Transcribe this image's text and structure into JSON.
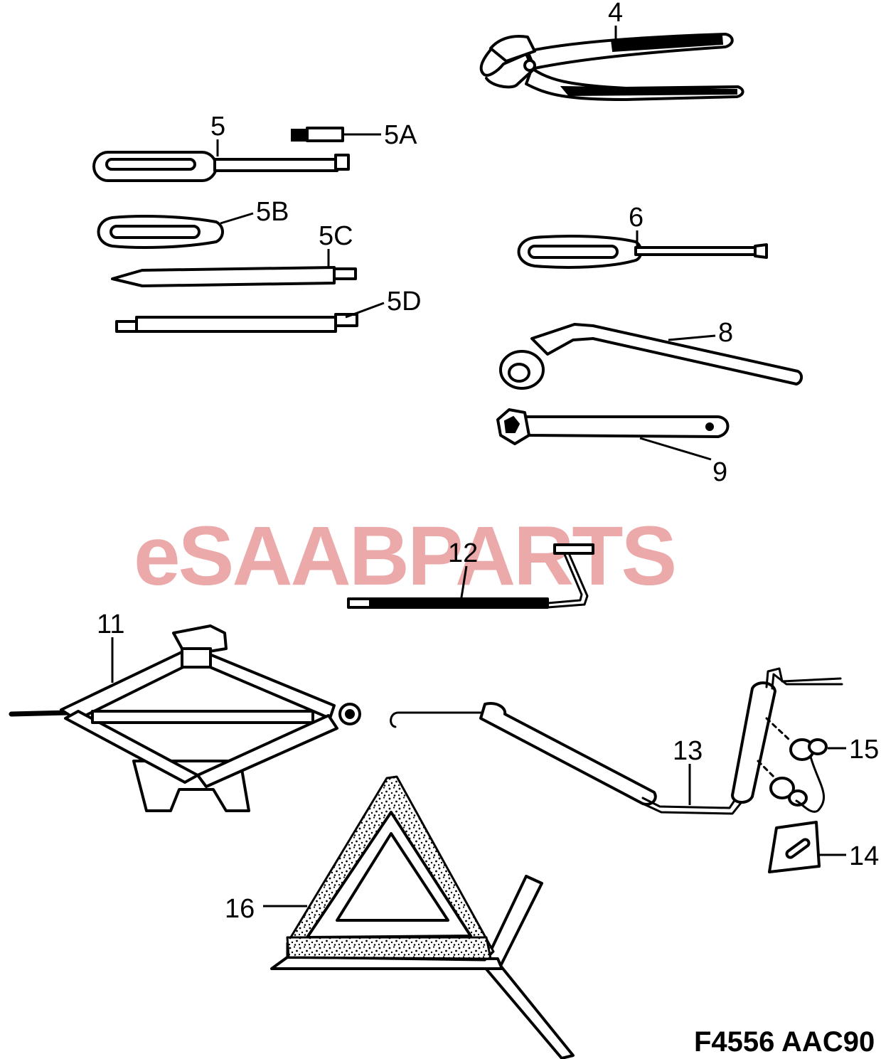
{
  "watermark": {
    "prefix": "e",
    "brand": "SAAB",
    "suffix": "PARTS",
    "color": "#e07474"
  },
  "drawing_code": "F4556 AAC90",
  "callouts": {
    "c4": "4",
    "c5": "5",
    "c5a": "5A",
    "c5b": "5B",
    "c5c": "5C",
    "c5d": "5D",
    "c6": "6",
    "c8": "8",
    "c9": "9",
    "c11": "11",
    "c12": "12",
    "c13": "13",
    "c14": "14",
    "c15": "15",
    "c16": "16"
  },
  "parts": [
    {
      "callout": "4",
      "icon": "pliers-icon"
    },
    {
      "callout": "5",
      "icon": "screwdriver-handle-icon"
    },
    {
      "callout": "5A",
      "icon": "bit-adapter-icon"
    },
    {
      "callout": "5B",
      "icon": "handle-icon"
    },
    {
      "callout": "5C",
      "icon": "flat-blade-icon"
    },
    {
      "callout": "5D",
      "icon": "phillips-blade-icon"
    },
    {
      "callout": "6",
      "icon": "screwdriver-icon"
    },
    {
      "callout": "8",
      "icon": "wheel-wrench-icon"
    },
    {
      "callout": "9",
      "icon": "spanner-icon"
    },
    {
      "callout": "11",
      "icon": "scissor-jack-icon"
    },
    {
      "callout": "12",
      "icon": "jack-crank-icon"
    },
    {
      "callout": "13",
      "icon": "crank-handle-icon"
    },
    {
      "callout": "14",
      "icon": "plate-icon"
    },
    {
      "callout": "15",
      "icon": "clip-icon"
    },
    {
      "callout": "16",
      "icon": "warning-triangle-icon"
    }
  ]
}
